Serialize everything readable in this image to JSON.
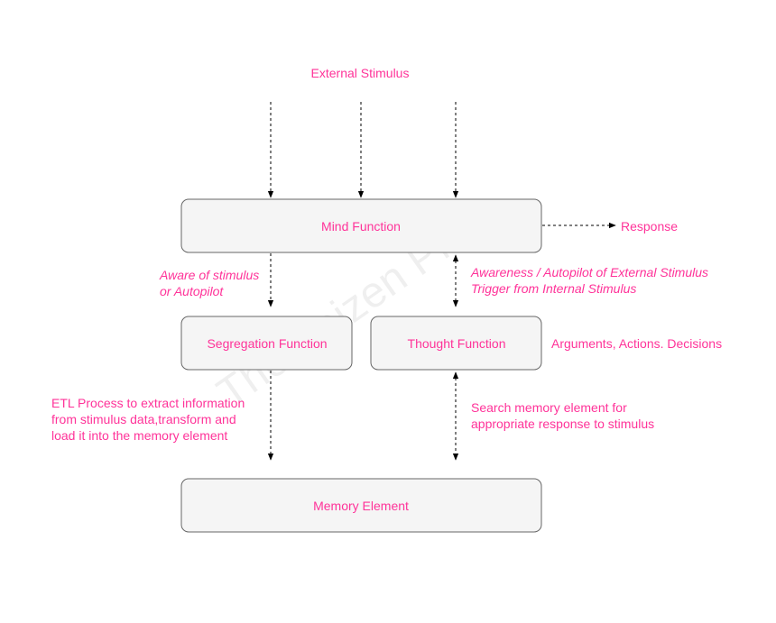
{
  "title": "External Stimulus",
  "boxes": {
    "mind": "Mind Function",
    "segregation": "Segregation Function",
    "thought": "Thought Function",
    "memory": "Memory Element"
  },
  "labels": {
    "response": "Response",
    "aware_1": "Aware of stimulus",
    "aware_2": "or Autopilot",
    "awareness_1": "Awareness / Autopilot of External Stimulus",
    "awareness_2": "Trigger from Internal Stimulus",
    "arguments": "Arguments, Actions. Decisions",
    "etl_1": "ETL Process to extract information",
    "etl_2": "from stimulus data,transform and",
    "etl_3": "load it into the memory element",
    "search_1": "Search memory element for",
    "search_2": "appropriate response to stimulus"
  },
  "watermark": "The Kaizen PM",
  "colors": {
    "text": "#ff3399",
    "box_fill": "#f5f5f5",
    "box_stroke": "#666666"
  }
}
